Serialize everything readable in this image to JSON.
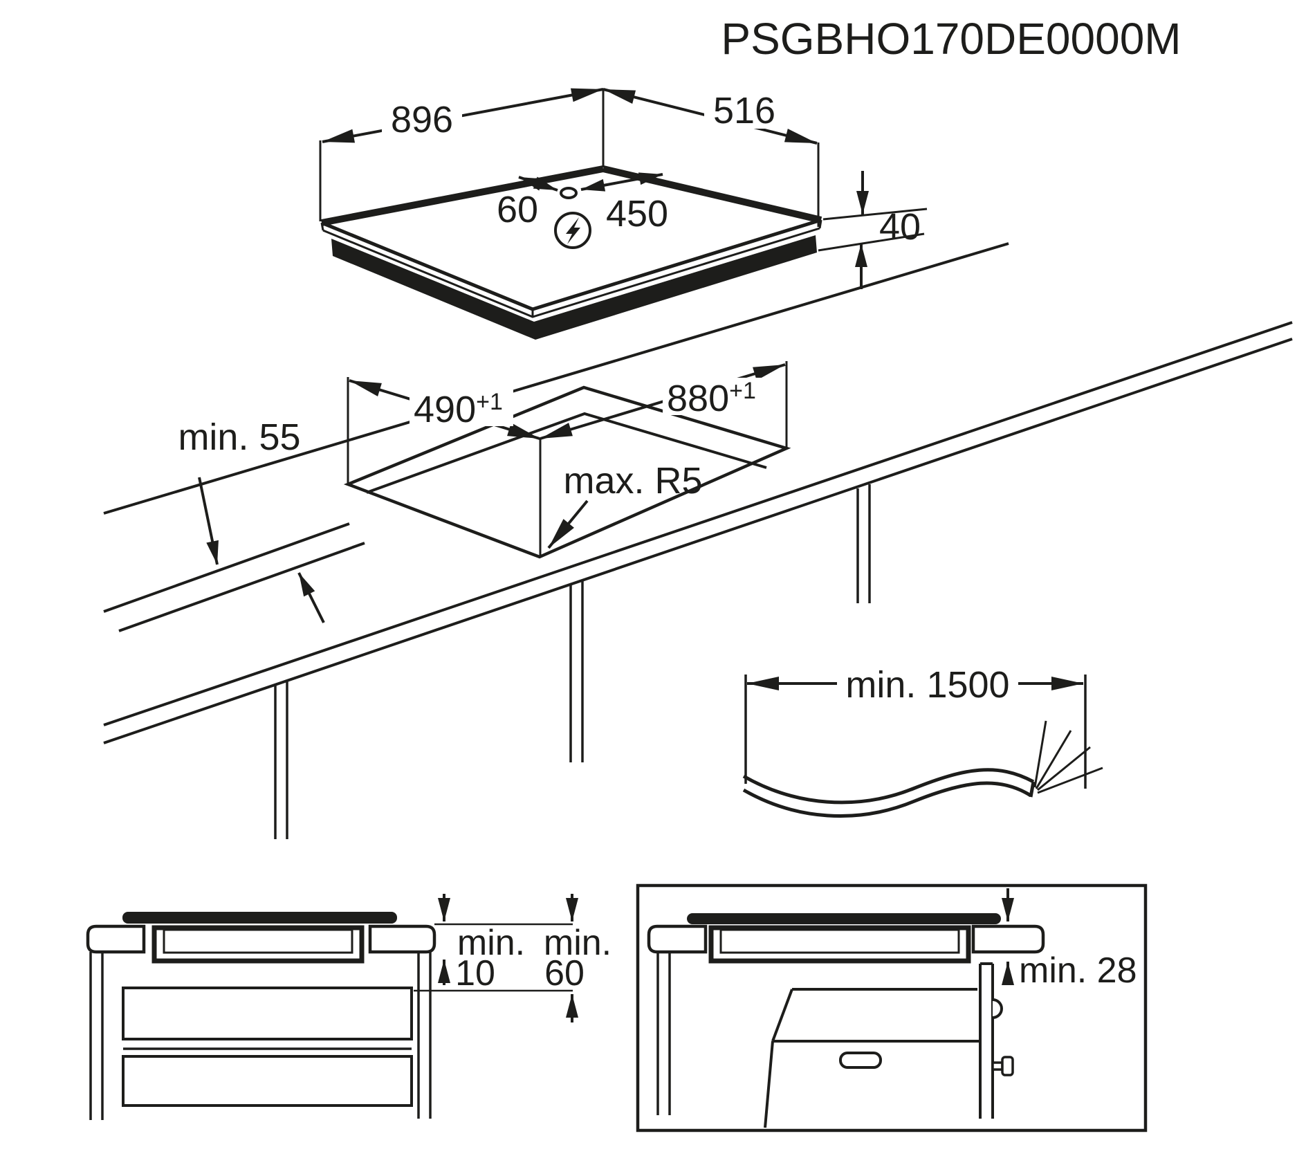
{
  "title": "PSGBHO170DE0000M",
  "colors": {
    "ink": "#1d1d1b",
    "background": "#ffffff"
  },
  "icons": {
    "power_connection": "lightning-bolt-icon"
  },
  "hob": {
    "width_mm": "896",
    "depth_mm": "516",
    "cable_offset_left": "60",
    "cable_offset_right": "450",
    "height_mm": "40"
  },
  "cutout": {
    "depth_value": "490",
    "depth_tolerance": "+1",
    "width_value": "880",
    "width_tolerance": "+1",
    "front_clearance": "min. 55",
    "corner_radius": "max. R5"
  },
  "cable": {
    "min_length": "min. 1500"
  },
  "section_left": {
    "hob_gap_label": "min.",
    "hob_gap_value": "10",
    "drawer_gap_label": "min.",
    "drawer_gap_value": "60"
  },
  "section_right": {
    "oven_clearance": "min. 28"
  }
}
